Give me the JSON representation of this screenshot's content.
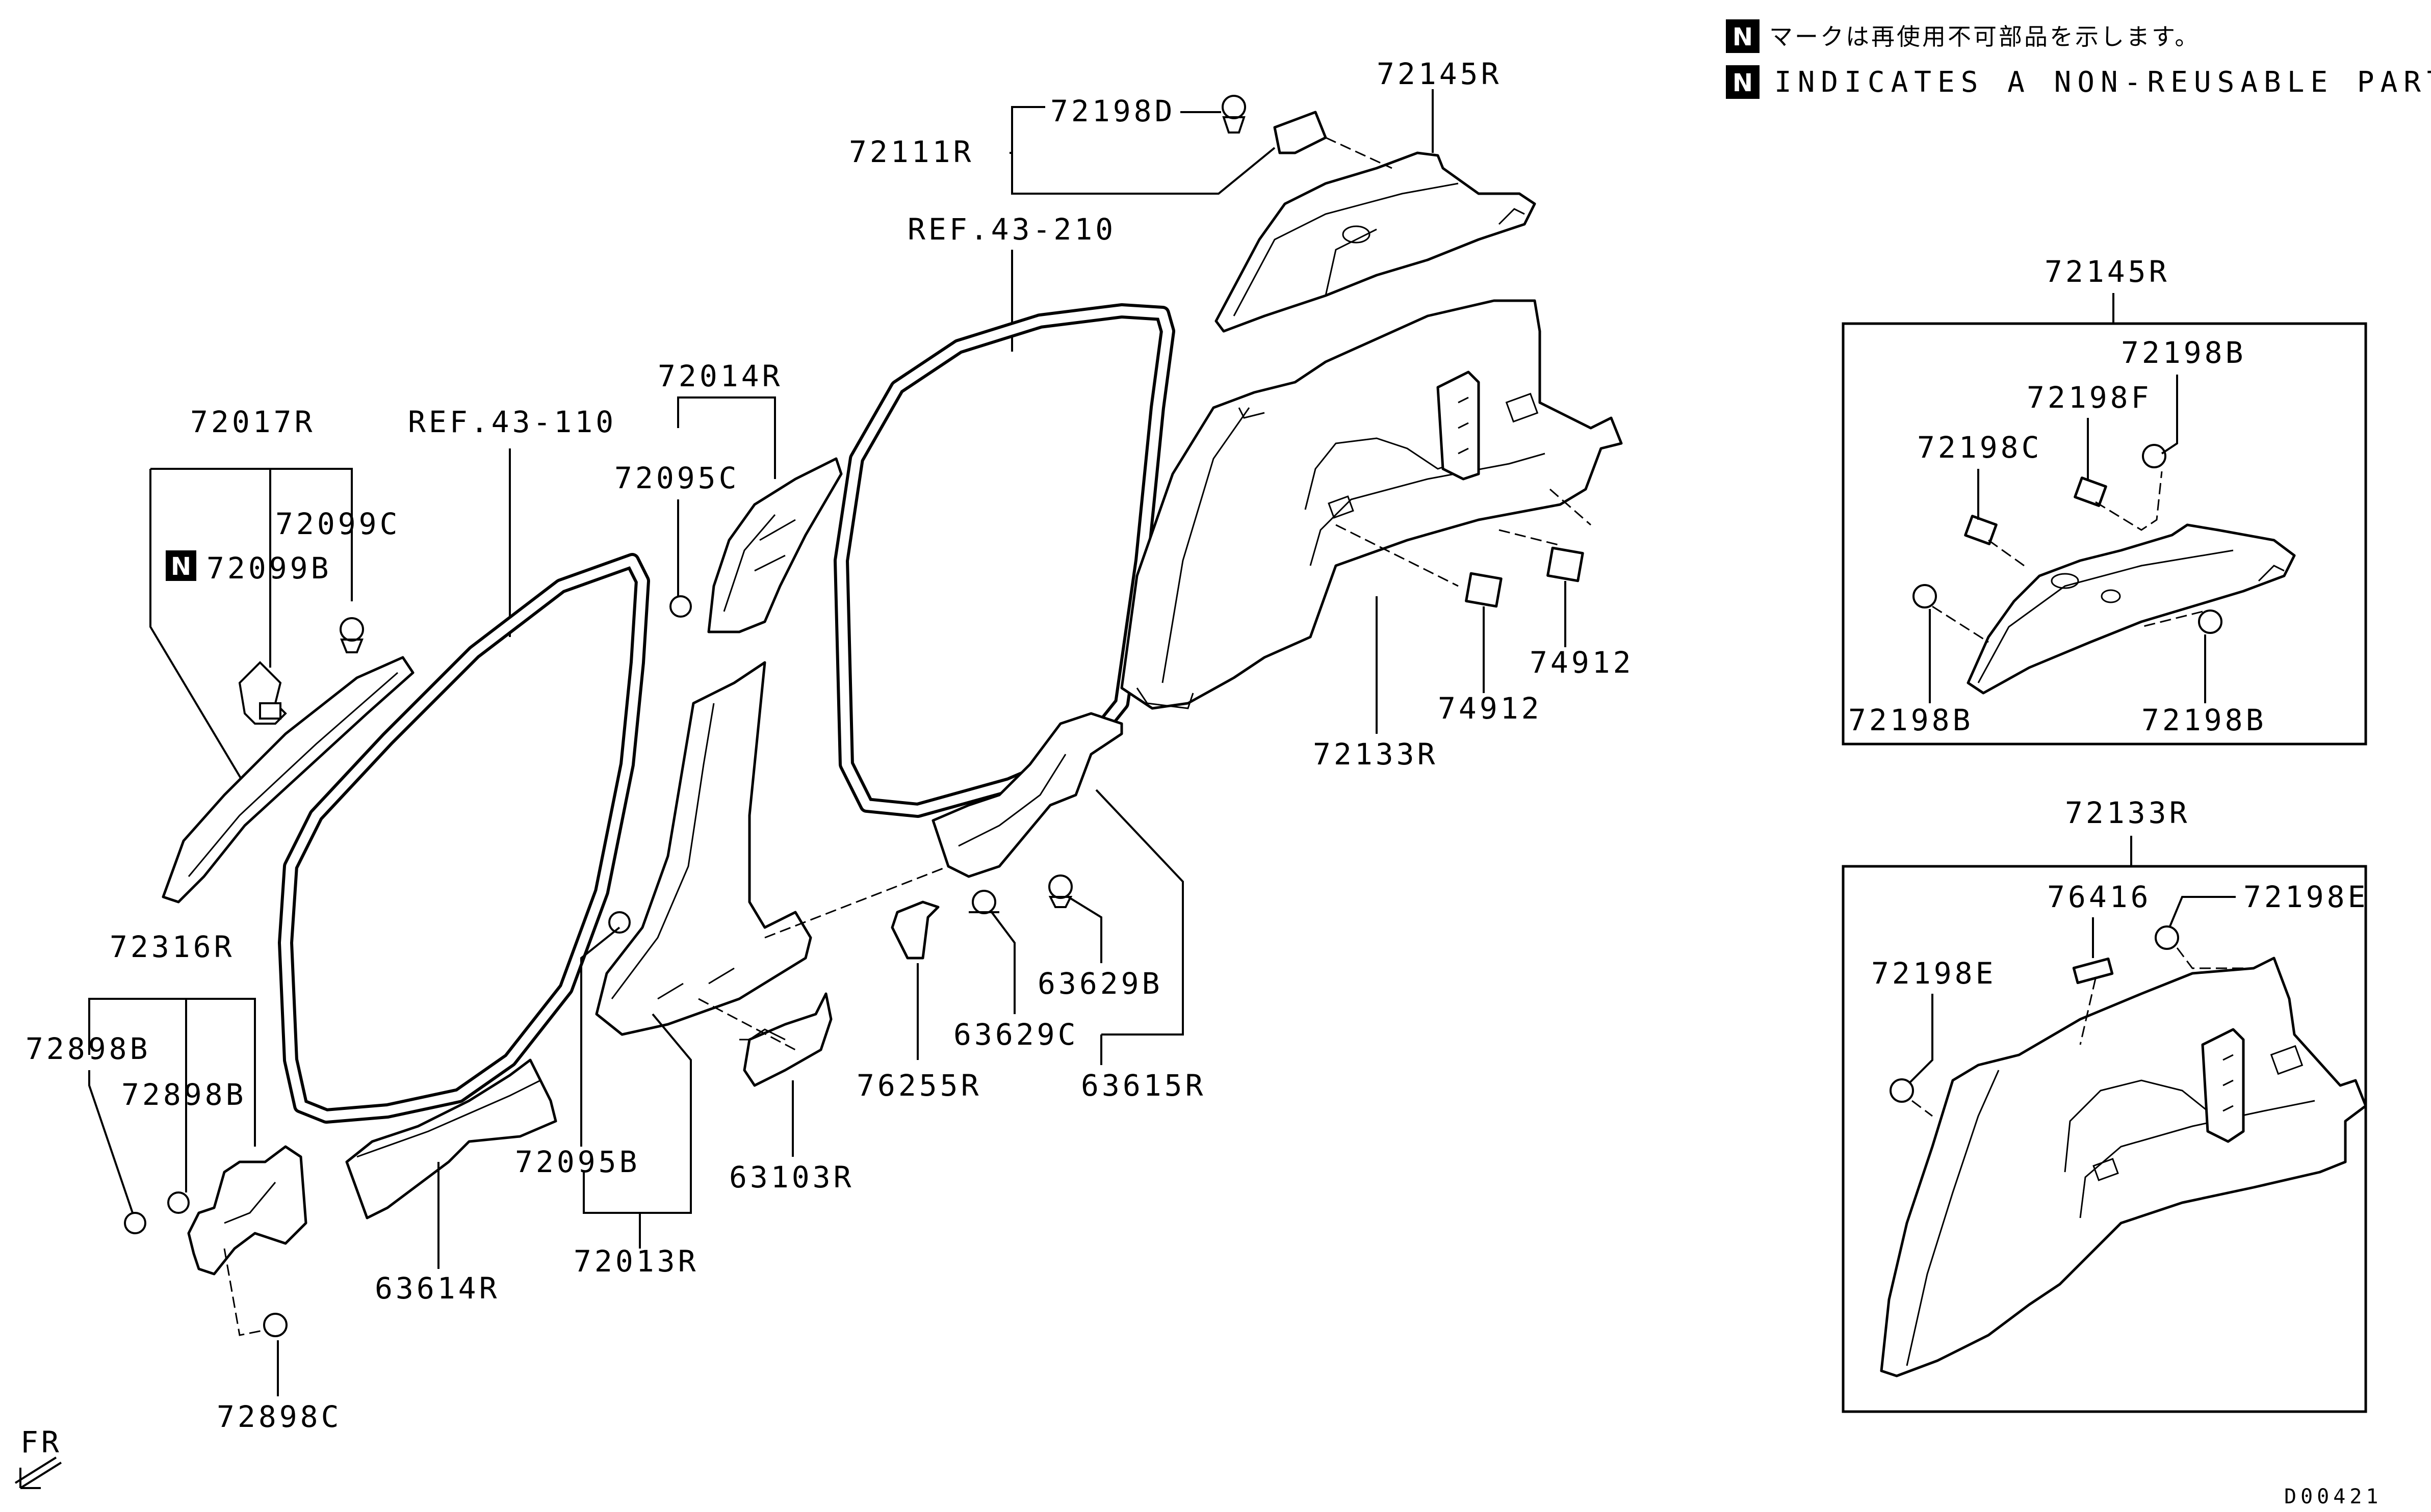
{
  "legend": {
    "badge": "N",
    "japanese": "マークは再使用不可部品を示します。",
    "english": "INDICATES A NON-REUSABLE PART."
  },
  "labels": {
    "p72198D": "72198D",
    "p72145R_main": "72145R",
    "p72111R": "72111R",
    "ref43_210": "REF.43-210",
    "p72014R": "72014R",
    "p72017R": "72017R",
    "ref43_110": "REF.43-110",
    "p72095C": "72095C",
    "p72099C": "72099C",
    "p72099B": "72099B",
    "p72316R": "72316R",
    "p72898B_1": "72898B",
    "p72898B_2": "72898B",
    "p72898C": "72898C",
    "p63614R": "63614R",
    "p72095B": "72095B",
    "p72013R": "72013R",
    "p63103R": "63103R",
    "p76255R": "76255R",
    "p63629C": "63629C",
    "p63629B": "63629B",
    "p63615R": "63615R",
    "p72133R_main": "72133R",
    "p74912_1": "74912",
    "p74912_2": "74912",
    "fr": "FR",
    "drawing_code": "D00421"
  },
  "inset_top": {
    "title": "72145R",
    "labels": {
      "c72198B_top": "72198B",
      "c72198F": "72198F",
      "c72198C": "72198C",
      "c72198B_left": "72198B",
      "c72198B_right": "72198B"
    }
  },
  "inset_bottom": {
    "title": "72133R",
    "labels": {
      "c76416": "76416",
      "c72198E_right": "72198E",
      "c72198E_left": "72198E"
    }
  }
}
